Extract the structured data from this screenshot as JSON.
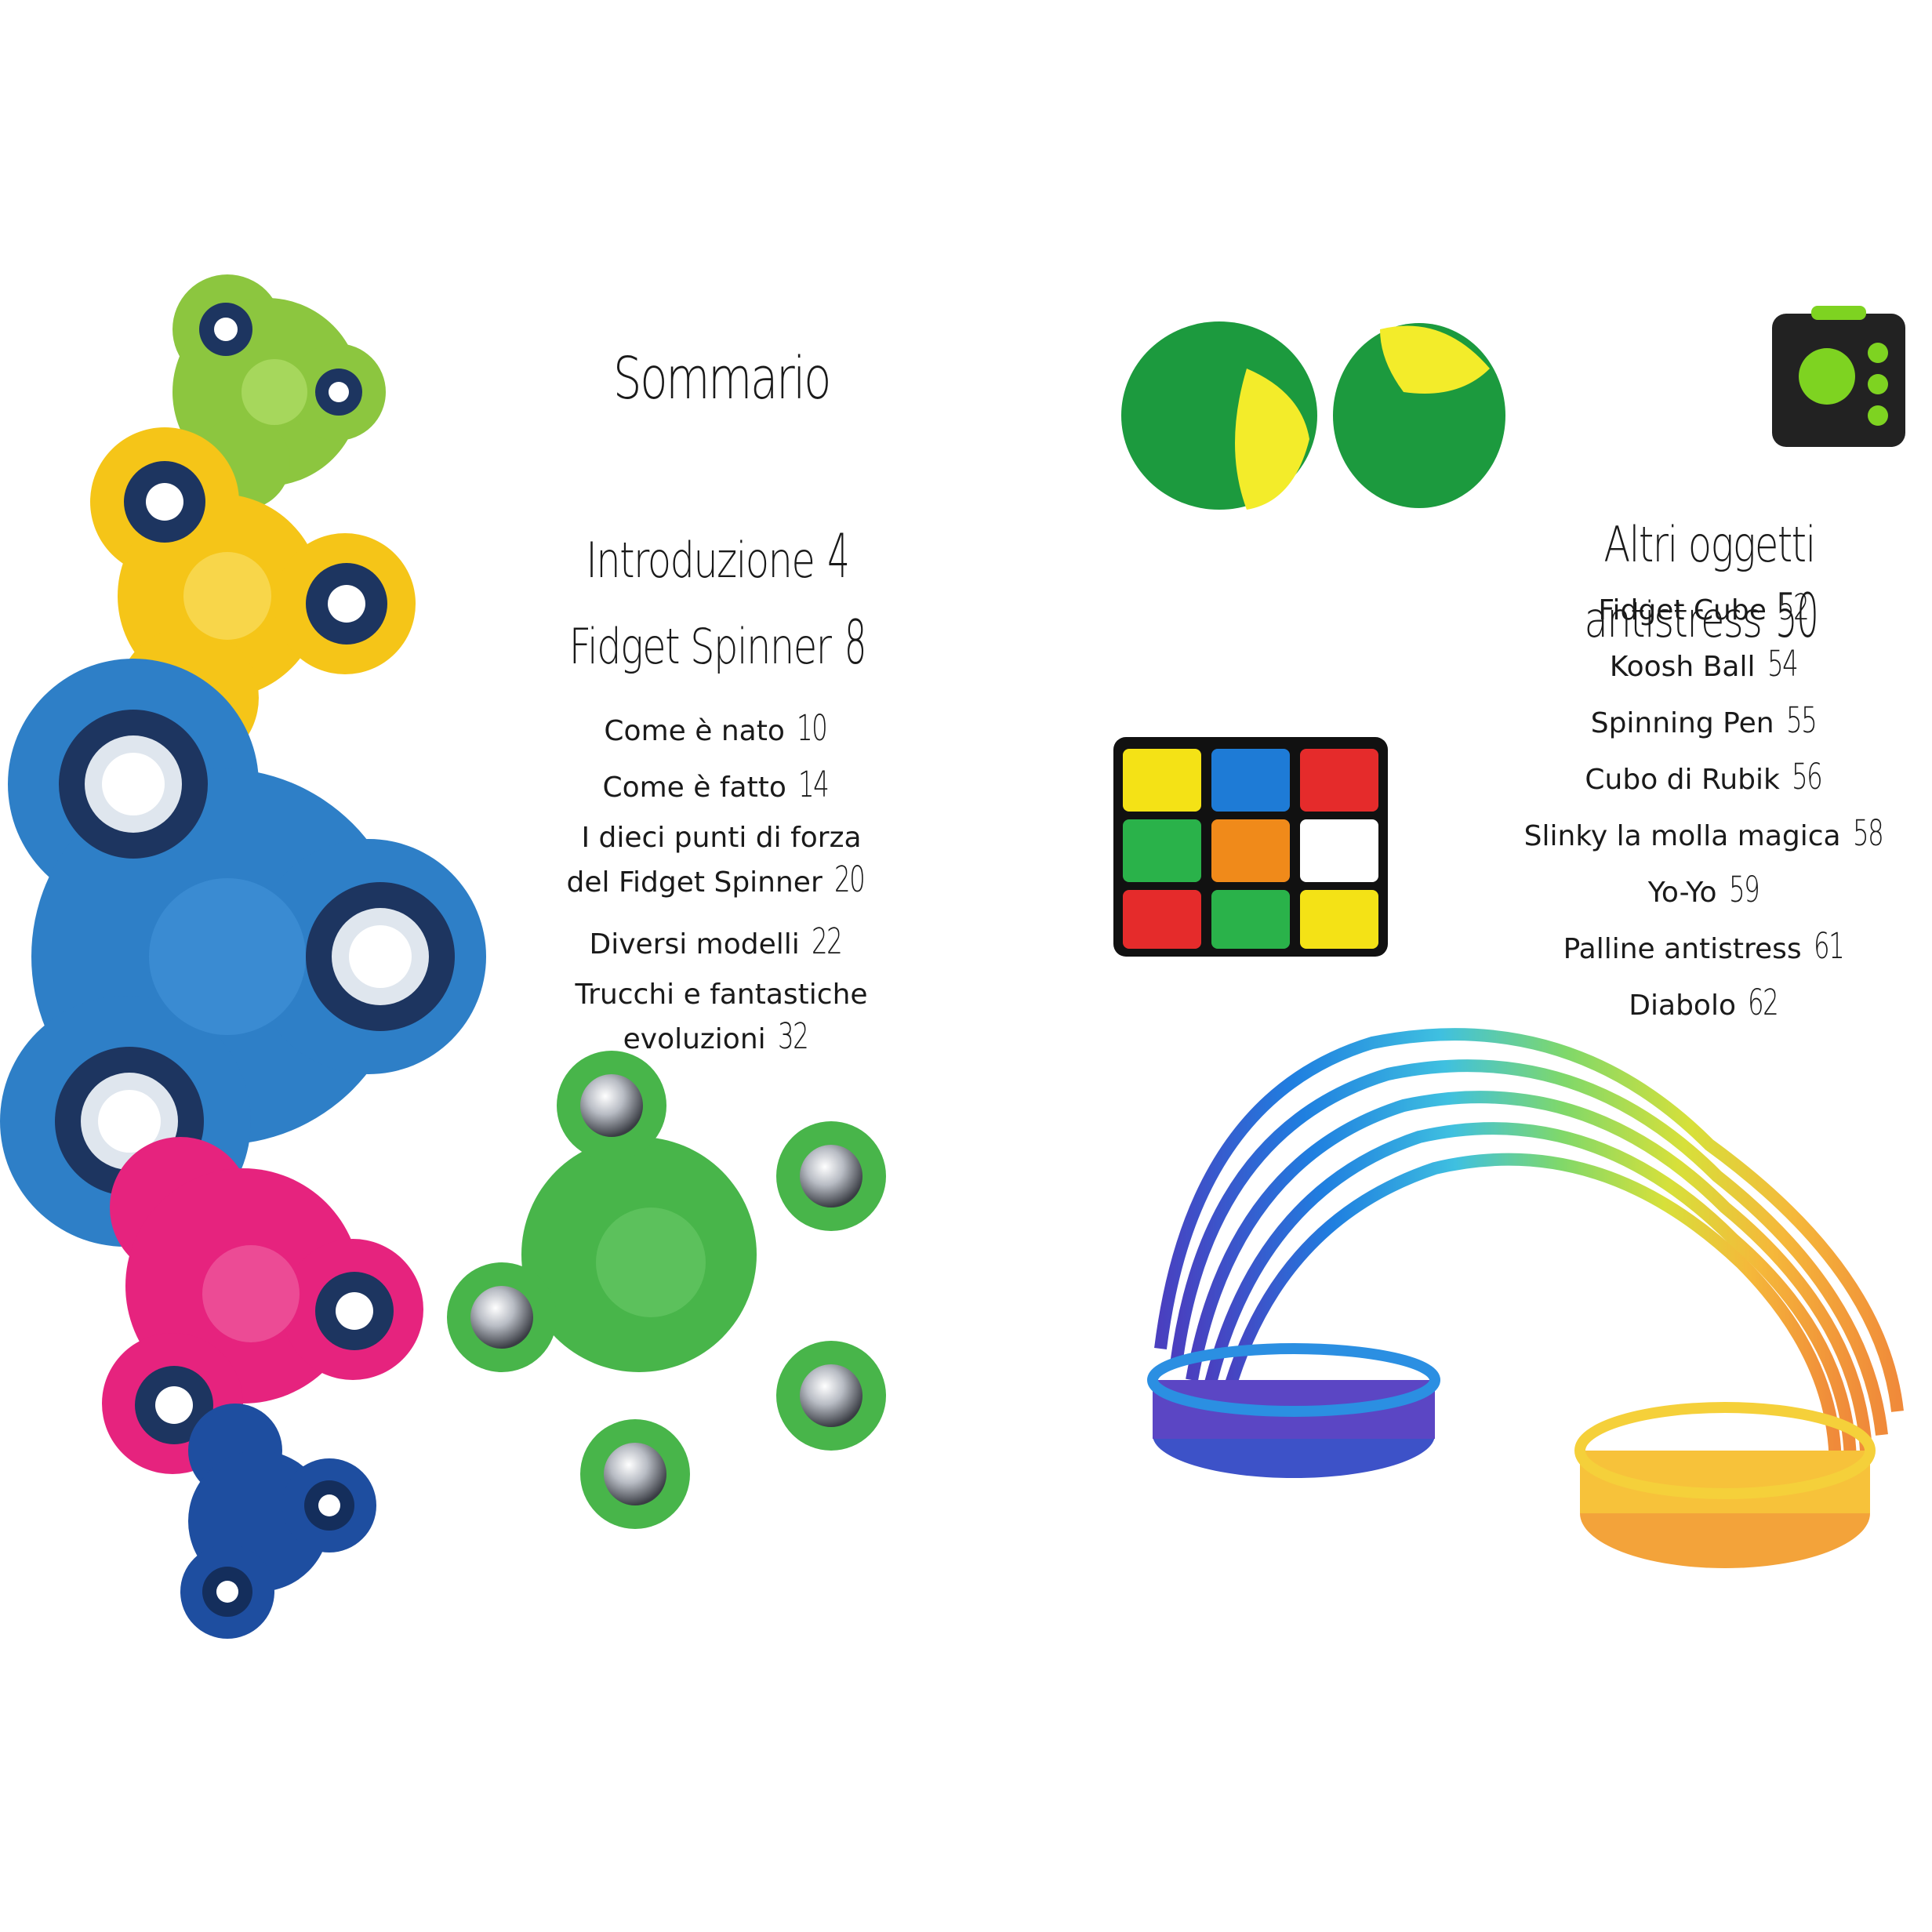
{
  "toc": {
    "title": "Sommario",
    "left": [
      {
        "lines": [
          "Introduzione"
        ],
        "page": "4",
        "style": "major"
      },
      {
        "lines": [
          "Fidget Spinner"
        ],
        "page": "8",
        "style": "major"
      },
      {
        "lines": [
          "Come è nato"
        ],
        "page": "10",
        "style": "minor"
      },
      {
        "lines": [
          "Come è fatto"
        ],
        "page": "14",
        "style": "minor"
      },
      {
        "lines": [
          "I dieci punti di forza",
          "del Fidget Spinner"
        ],
        "page": "20",
        "style": "minor"
      },
      {
        "lines": [
          "Diversi modelli"
        ],
        "page": "22",
        "style": "minor"
      },
      {
        "lines": [
          "Trucchi e fantastiche",
          "evoluzioni"
        ],
        "page": "32",
        "style": "minor"
      }
    ],
    "right": [
      {
        "lines": [
          "Altri oggetti antistress"
        ],
        "page": "50",
        "style": "major"
      },
      {
        "lines": [
          "Fidget Cube"
        ],
        "page": "52",
        "style": "minor"
      },
      {
        "lines": [
          "Koosh Ball"
        ],
        "page": "54",
        "style": "minor"
      },
      {
        "lines": [
          "Spinning Pen"
        ],
        "page": "55",
        "style": "minor"
      },
      {
        "lines": [
          "Cubo di Rubik"
        ],
        "page": "56",
        "style": "minor"
      },
      {
        "lines": [
          "Slinky la molla magica"
        ],
        "page": "58",
        "style": "minor"
      },
      {
        "lines": [
          "Yo-Yo"
        ],
        "page": "59",
        "style": "minor"
      },
      {
        "lines": [
          "Palline antistress"
        ],
        "page": "61",
        "style": "minor"
      },
      {
        "lines": [
          "Diabolo"
        ],
        "page": "62",
        "style": "minor"
      }
    ]
  },
  "colors": {
    "spinner_lime": "#8cc63f",
    "spinner_yellow": "#f5c518",
    "spinner_blue": "#2e7fc7",
    "spinner_pink": "#e6237e",
    "spinner_navy": "#1e4ea0",
    "spinner_green": "#48b54a",
    "bearing": "#1d3560",
    "ball_green": "#1c9a3e",
    "ball_yellow": "#f3ec2a",
    "cube_black": "#222222",
    "cube_green": "#7ed321"
  }
}
